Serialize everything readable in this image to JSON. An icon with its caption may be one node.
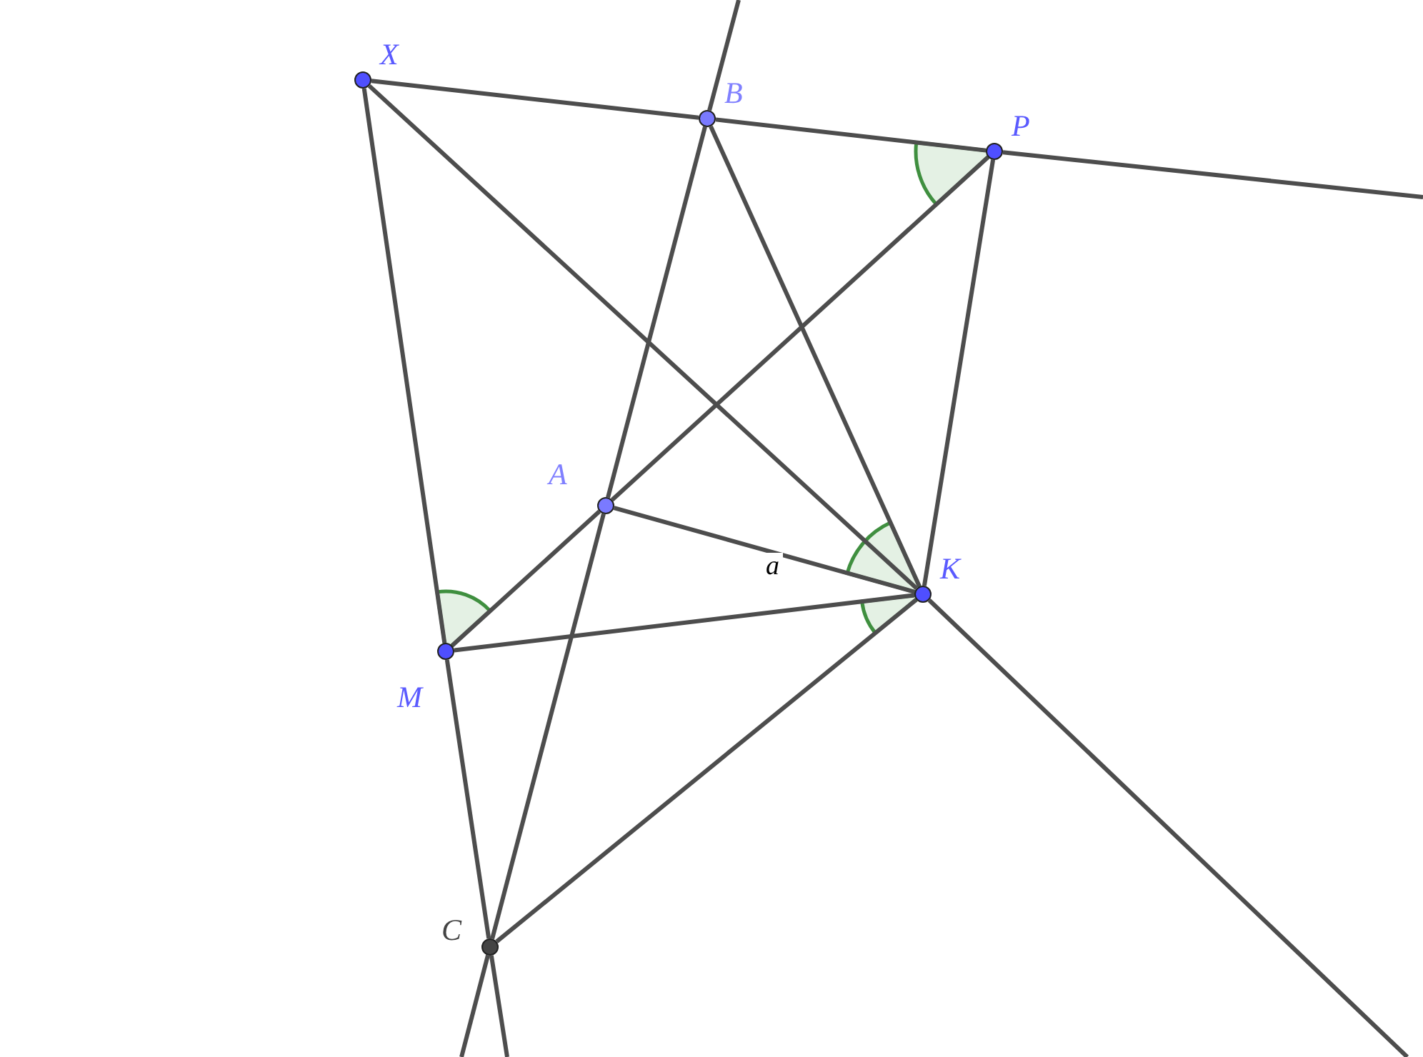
{
  "diagram": {
    "nodes": [
      {
        "text": [
          "X"
        ]
      },
      {
        "text": [
          "B"
        ]
      },
      {
        "text": [
          "P"
        ]
      },
      {
        "text": [
          "A"
        ]
      },
      {
        "text": [
          "K"
        ]
      },
      {
        "text": [
          "M"
        ]
      },
      {
        "text": [
          "C"
        ]
      }
    ],
    "edges": [
      {
        "from": 0,
        "to": 1,
        "arrow": "none"
      },
      {
        "from": 1,
        "to": 2,
        "arrow": "none"
      },
      {
        "from": 2,
        "to": null,
        "arrow": "none"
      },
      {
        "from": null,
        "to": 1,
        "arrow": "none"
      },
      {
        "from": 1,
        "to": 3,
        "arrow": "none"
      },
      {
        "from": 3,
        "to": 6,
        "arrow": "none"
      },
      {
        "from": 6,
        "to": null,
        "arrow": "none"
      },
      {
        "from": 1,
        "to": 4,
        "arrow": "none"
      },
      {
        "from": 0,
        "to": 4,
        "arrow": "none"
      },
      {
        "from": 4,
        "to": null,
        "arrow": "none"
      },
      {
        "from": 0,
        "to": 5,
        "arrow": "none"
      },
      {
        "from": 5,
        "to": 6,
        "arrow": "none"
      },
      {
        "from": 6,
        "to": null,
        "arrow": "none"
      },
      {
        "from": 2,
        "to": 4,
        "arrow": "none"
      },
      {
        "from": 2,
        "to": 3,
        "arrow": "none"
      },
      {
        "from": 3,
        "to": 5,
        "arrow": "none"
      },
      {
        "from": 3,
        "to": 4,
        "label": "a",
        "arrow": "none"
      },
      {
        "from": 5,
        "to": 4,
        "arrow": "none"
      },
      {
        "from": 6,
        "to": 4,
        "arrow": "none"
      }
    ]
  }
}
